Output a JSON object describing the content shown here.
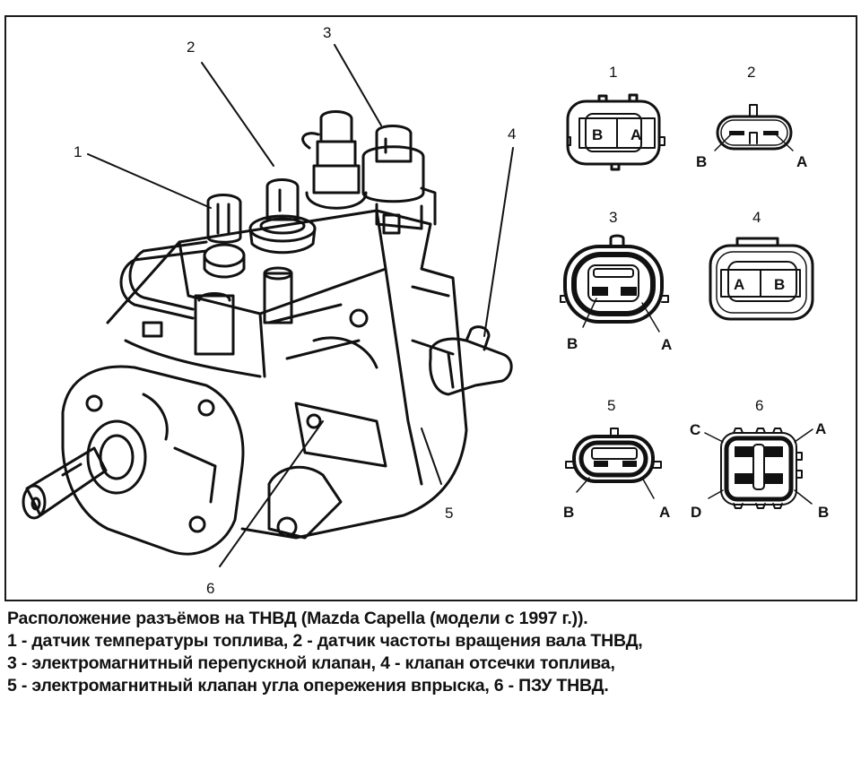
{
  "figure": {
    "pump_callouts": [
      "1",
      "2",
      "3",
      "4",
      "5",
      "6"
    ],
    "connectors": [
      {
        "number": "1",
        "pins": [
          "B",
          "A"
        ]
      },
      {
        "number": "2",
        "pins": [
          "B",
          "A"
        ]
      },
      {
        "number": "3",
        "pins": [
          "B",
          "A"
        ]
      },
      {
        "number": "4",
        "pins": [
          "A",
          "B"
        ]
      },
      {
        "number": "5",
        "pins": [
          "B",
          "A"
        ]
      },
      {
        "number": "6",
        "pins": [
          "C",
          "A",
          "D",
          "B"
        ]
      }
    ]
  },
  "caption": {
    "lines": [
      "Расположение разъёмов на ТНВД (Mazda Capella (модели с 1997 г.)).",
      "1 - датчик температуры топлива, 2 - датчик частоты вращения вала ТНВД,",
      "3 - электромагнитный перепускной клапан, 4 - клапан отсечки топлива,",
      "5 - электромагнитный клапан угла опережения впрыска, 6 - ПЗУ ТНВД."
    ]
  }
}
